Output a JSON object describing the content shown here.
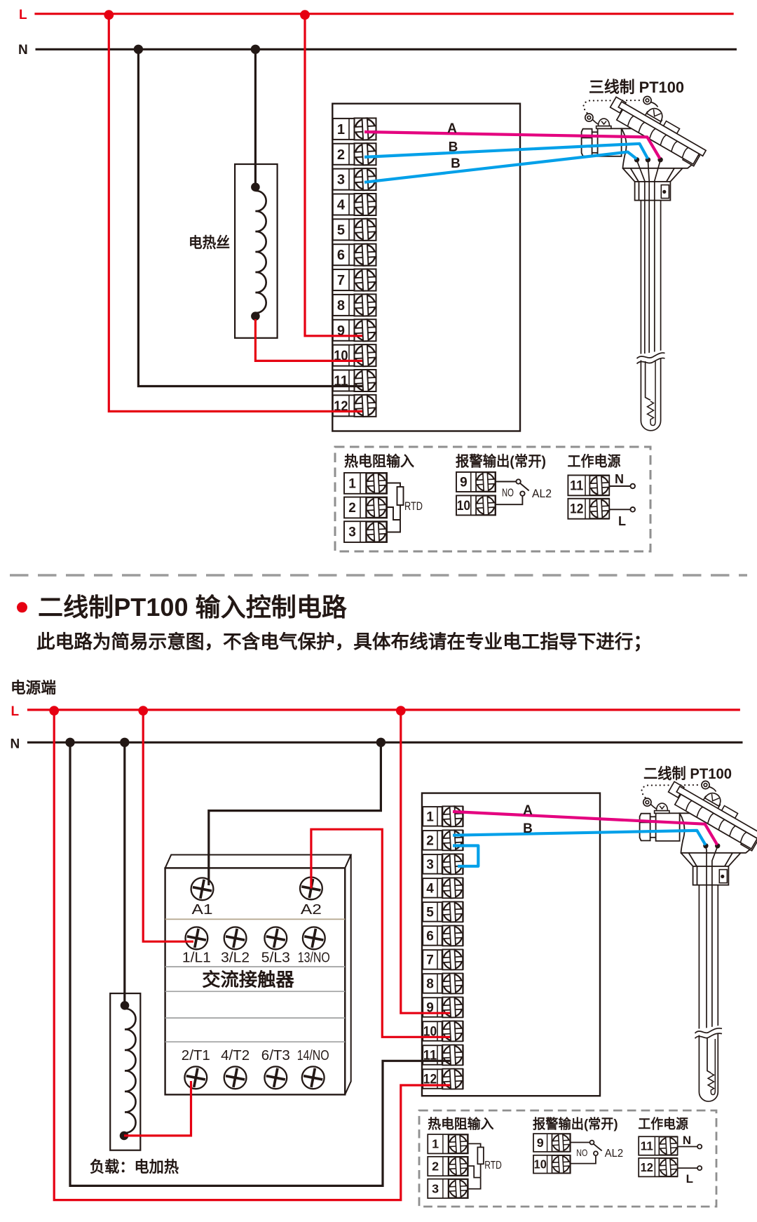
{
  "colors": {
    "red": "#e60012",
    "black": "#231815",
    "magenta": "#e4007f",
    "cyan": "#00a0e9",
    "gray": "#9b9b9b",
    "background": "#ffffff"
  },
  "section_top": {
    "bus": {
      "l_label": "L",
      "n_label": "N"
    },
    "heater_label": "电热丝",
    "sensor_label": "三线制 PT100",
    "wire_labels": {
      "a": "A",
      "b1": "B",
      "b2": "B"
    },
    "terminals": [
      "1",
      "2",
      "3",
      "4",
      "5",
      "6",
      "7",
      "8",
      "9",
      "10",
      "11",
      "12"
    ]
  },
  "section_heading": {
    "title": "二线制PT100 输入控制电路",
    "subtitle": "此电路为简易示意图，不含电气保护，具体布线请在专业电工指导下进行；"
  },
  "section_bottom": {
    "power_label": "电源端",
    "bus": {
      "l_label": "L",
      "n_label": "N"
    },
    "contactor": {
      "name": "交流接触器",
      "coil_terminals": [
        "A1",
        "A2"
      ],
      "input_terminals": [
        "1/L1",
        "3/L2",
        "5/L3",
        "13/NO"
      ],
      "output_terminals": [
        "2/T1",
        "4/T2",
        "6/T3",
        "14/NO"
      ]
    },
    "load_label": "负载：电加热",
    "sensor_label": "二线制 PT100",
    "wire_labels": {
      "a": "A",
      "b": "B"
    },
    "terminals": [
      "1",
      "2",
      "3",
      "4",
      "5",
      "6",
      "7",
      "8",
      "9",
      "10",
      "11",
      "12"
    ]
  },
  "legend": {
    "rtd": {
      "title": "热电阻输入",
      "terminals": [
        "1",
        "2",
        "3"
      ],
      "resistor_label": "RTD"
    },
    "alarm": {
      "title": "报警输出(常开)",
      "terminals": [
        "9",
        "10"
      ],
      "no_label": "NO",
      "al_label": "AL2"
    },
    "power": {
      "title": "工作电源",
      "terminals": [
        "11",
        "12"
      ],
      "n_label": "N",
      "l_label": "L"
    }
  }
}
